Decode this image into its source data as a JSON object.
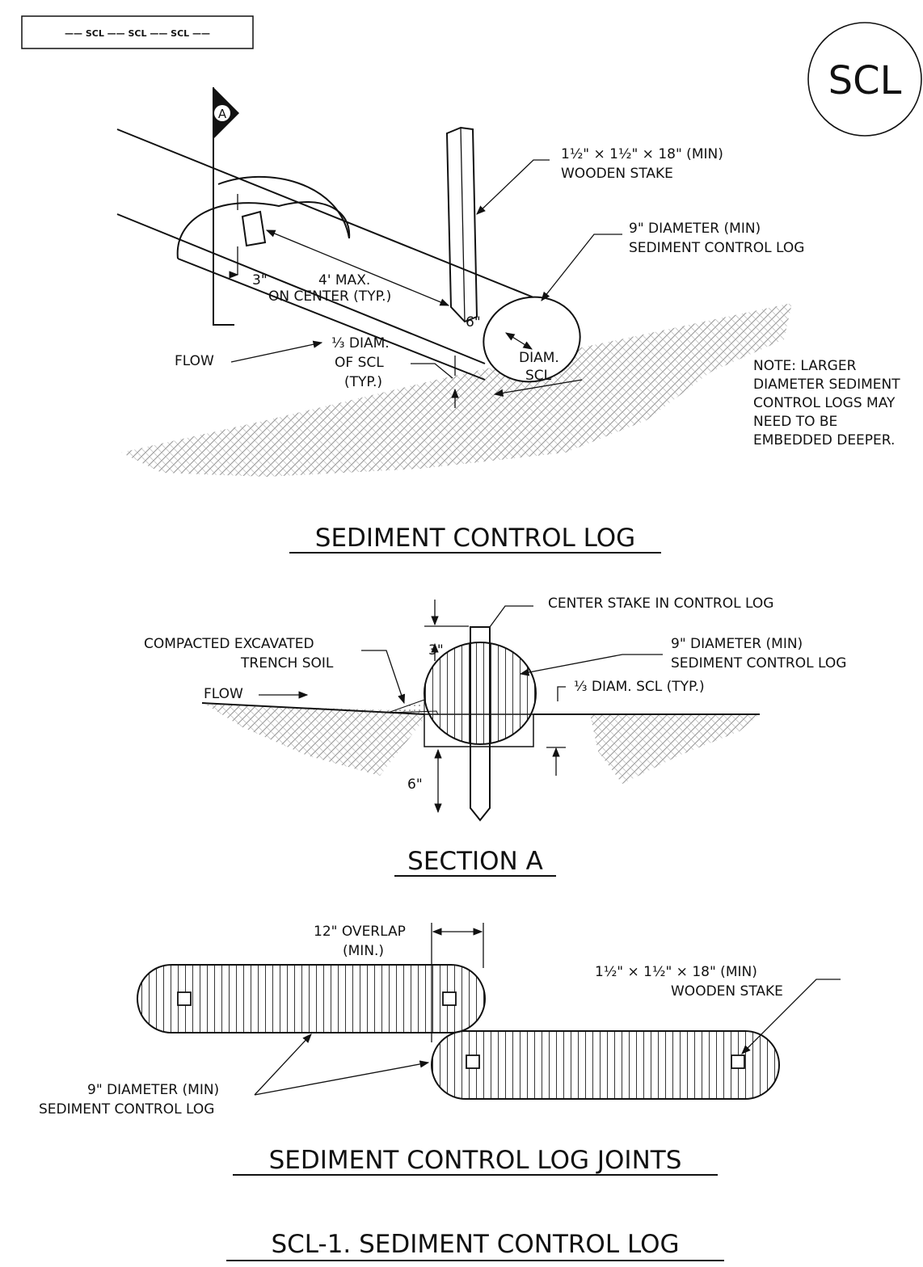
{
  "legend": {
    "text": "—— SCL —— SCL —— SCL ——"
  },
  "badge": {
    "text": "SCL"
  },
  "detail_iso": {
    "section_marker": "A",
    "stake_callout": [
      "1½\" × 1½\" × 18\" (MIN)",
      "WOODEN STAKE"
    ],
    "log_callout": [
      "9\" DIAMETER (MIN)",
      "SEDIMENT CONTROL LOG"
    ],
    "spacing": [
      "4' MAX.",
      "ON CENTER (TYP.)"
    ],
    "dim_3": "3\"",
    "dim_6": "6\"",
    "embed": [
      "⅓ DIAM.",
      "OF SCL",
      "(TYP.)"
    ],
    "diam": [
      "DIAM.",
      "SCL"
    ],
    "flow": "FLOW",
    "note": [
      "NOTE: LARGER",
      "DIAMETER SEDIMENT",
      "CONTROL LOGS MAY",
      "NEED TO BE",
      "EMBEDDED DEEPER."
    ],
    "title": "SEDIMENT CONTROL LOG"
  },
  "section_a": {
    "stake_callout": "CENTER STAKE IN CONTROL LOG",
    "soil_callout": [
      "COMPACTED EXCAVATED",
      "TRENCH SOIL"
    ],
    "log_callout": [
      "9\" DIAMETER (MIN)",
      "SEDIMENT CONTROL LOG"
    ],
    "embed": "⅓ DIAM. SCL (TYP.)",
    "flow": "FLOW",
    "dim_3": "3\"",
    "dim_6": "6\"",
    "title": "SECTION A"
  },
  "joints": {
    "overlap": [
      "12\" OVERLAP",
      "(MIN.)"
    ],
    "stake_callout": [
      "1½\" × 1½\" × 18\" (MIN)",
      "WOODEN STAKE"
    ],
    "log_callout": [
      "9\" DIAMETER (MIN)",
      "SEDIMENT CONTROL LOG"
    ],
    "title": "SEDIMENT CONTROL LOG JOINTS"
  },
  "sheet_title": "SCL-1. SEDIMENT CONTROL LOG",
  "colors": {
    "ink": "#111111",
    "soil": "#9a9a9a",
    "paper": "#ffffff"
  }
}
